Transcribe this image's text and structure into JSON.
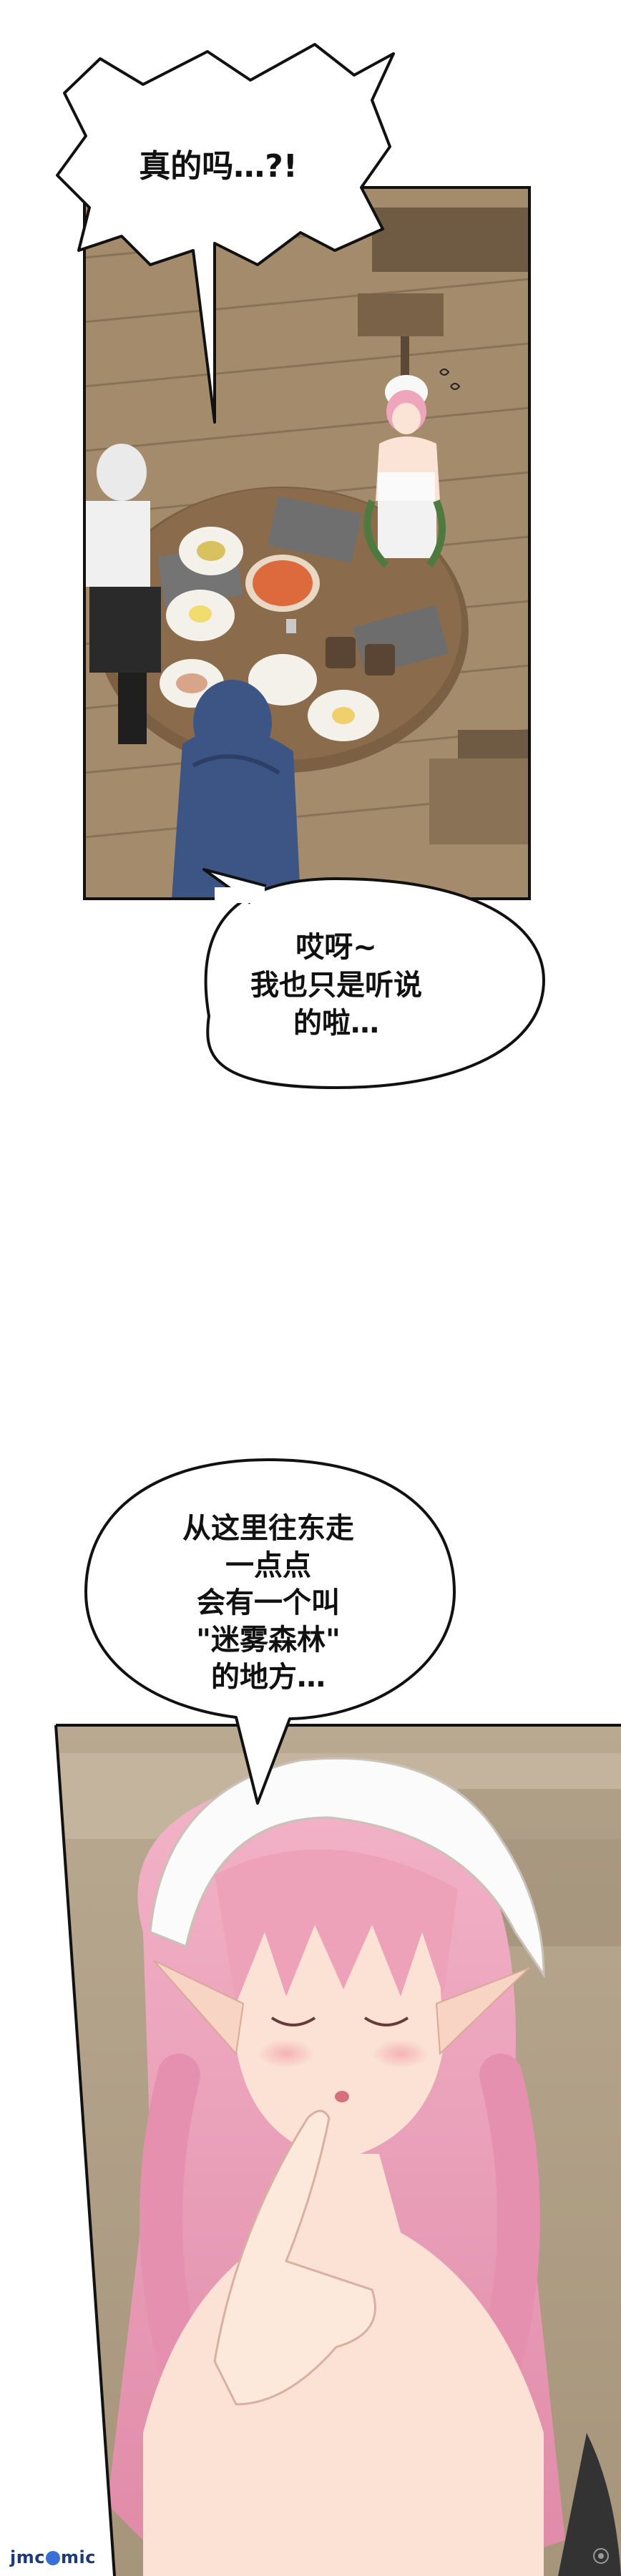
{
  "bubbles": [
    {
      "lines": [
        "真的吗…?!"
      ]
    },
    {
      "lines": [
        "哎呀~",
        "我也只是听说",
        "的啦…"
      ]
    },
    {
      "lines": [
        "从这里往东走",
        "一点点",
        "会有一个叫",
        "\"迷雾森林\"",
        "的地方…"
      ]
    }
  ],
  "watermark": {
    "text_left": "jmc",
    "text_right": "mic"
  },
  "colors": {
    "panel_border": "#111111",
    "wood_floor": "#9c8466",
    "table": "#7c6043",
    "pink_hair": "#eaa0b8",
    "headscarf": "#fbfbfb",
    "skin": "#fbe2d4",
    "cloak": "#3d5585"
  }
}
